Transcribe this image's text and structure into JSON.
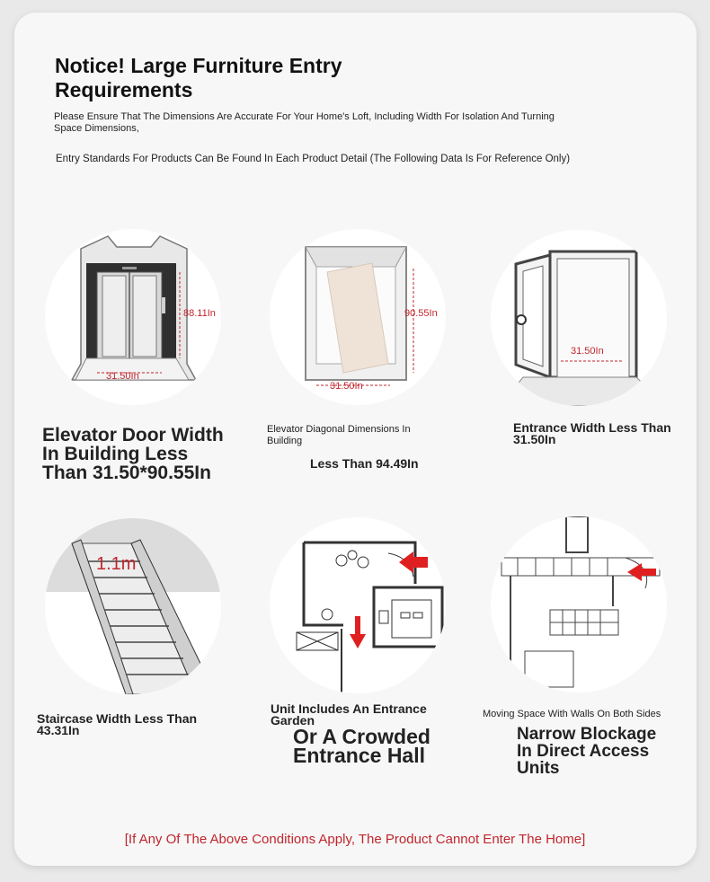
{
  "header": {
    "title": "Notice! Large Furniture Entry Requirements",
    "subtitle": "Please Ensure That The Dimensions Are Accurate For Your Home's Loft, Including Width For Isolation And Turning Space Dimensions,",
    "note": "Entry Standards For Products Can Be Found In Each Product Detail (The Following Data Is For Reference Only)"
  },
  "items": [
    {
      "icon": "elevator-door-icon",
      "dims": [
        "31.50In",
        "88.11In"
      ],
      "label": "Elevator Door Width In Building Less Than 31.50*90.55In"
    },
    {
      "icon": "elevator-diagonal-icon",
      "dims": [
        "31.50In",
        "90.55In"
      ],
      "label_line1": "Elevator Diagonal Dimensions In Building",
      "label_line2": "Less Than 94.49In"
    },
    {
      "icon": "entrance-door-icon",
      "dims": [
        "31.50In"
      ],
      "label": "Entrance Width Less Than 31.50In"
    },
    {
      "icon": "staircase-icon",
      "dims": [
        "1.1m"
      ],
      "label": "Staircase Width Less Than 43.31In"
    },
    {
      "icon": "entrance-garden-floorplan-icon",
      "label_line1": "Unit Includes An Entrance Garden",
      "label_line2": "Or A Crowded Entrance Hall"
    },
    {
      "icon": "narrow-corridor-icon",
      "label_line1": "Moving Space With Walls On Both Sides",
      "label_line2": "Narrow Blockage In Direct Access Units"
    }
  ],
  "footer": {
    "warning": "[If Any Of The Above Conditions Apply, The Product Cannot Enter The Home]"
  },
  "colors": {
    "accent": "#c0262d",
    "arrow": "#e02020"
  }
}
